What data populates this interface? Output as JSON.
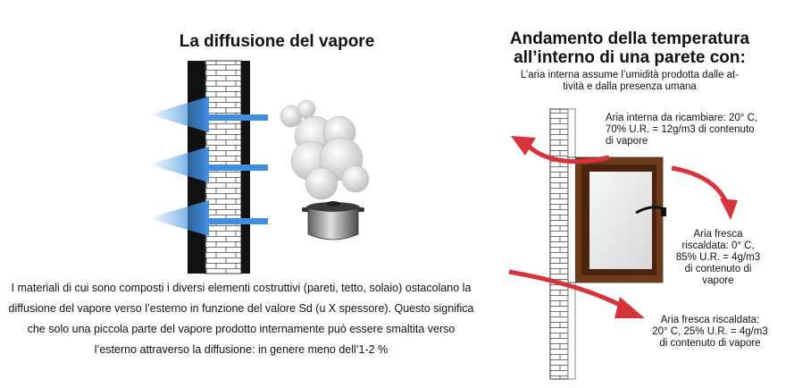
{
  "left": {
    "title": "La diffusione del vapore",
    "paragraph": [
      "I materiali di cui sono composti i diversi elementi costruttivi (pareti, tetto, solaio) ostacolano la",
      "diffusione del vapore verso l’esterno in funzione del valore Sd (u X spessore). Questo significa",
      "che solo una piccola parte del vapore prodotto internamente può essere smaltita verso",
      "l’esterno attraverso la diffusione: in genere meno dell’1-2 %"
    ]
  },
  "right": {
    "title_line1": "Andamento della temperatura",
    "title_line2": "all’interno di una parete con:",
    "subtitle_line1": "L’aria interna assume l’umidità  prodotta dalle at-",
    "subtitle_line2": "tività e dalla presenza umana",
    "label_inside": [
      "Aria interna da ricambiare: 20° C,",
      "70% U.R. = 12g/m3 di contenuto",
      "di vapore"
    ],
    "label_fresh_cold": [
      "Aria fresca",
      "riscaldata: 0° C,",
      "85% U.R. = 4g/m3",
      "di contenuto di",
      "vapore"
    ],
    "label_fresh_warm": [
      "Aria fresca riscaldata:",
      "20° C, 25% U.R. = 4g/m3",
      "di contenuto di vapore"
    ]
  },
  "colors": {
    "arrow_red": "#d8323a",
    "frame_brown": "#6e3a1c",
    "vapor_blue": "#3f8ee0",
    "wall_black": "#111111"
  }
}
